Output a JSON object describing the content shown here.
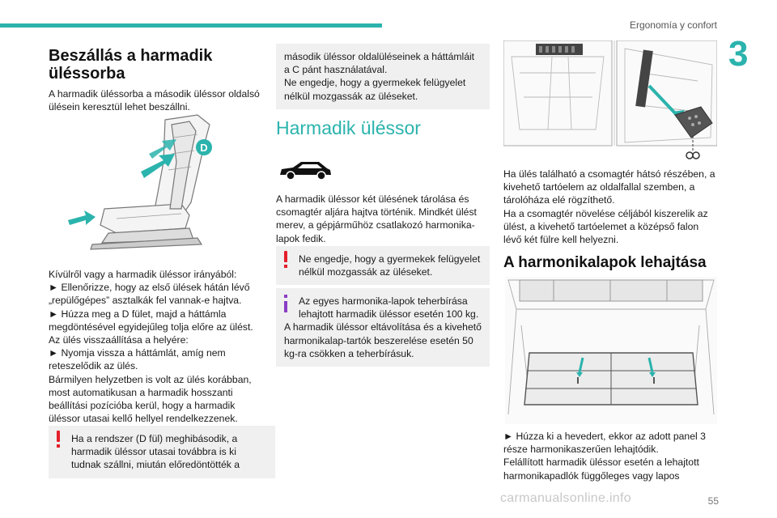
{
  "header": {
    "chapter_title": "Ergonomía y confort",
    "chapter_number": "3"
  },
  "col1": {
    "heading": "Beszállás a harmadik üléssorba",
    "intro": "A harmadik üléssorba a második üléssor oldalsó ülésein keresztül lehet beszállni.",
    "figure_label": "D",
    "lines": [
      "Kívülről vagy a harmadik üléssor irányából:",
      "► Ellenőrizze, hogy az első ülések hátán lévő „repülőgépes” asztalkák fel vannak-e hajtva.",
      "► Húzza meg a D fület, majd a háttámla megdöntésével egyidejűleg tolja előre az ülést.",
      "Az ülés visszaállítása a helyére:",
      "► Nyomja vissza a háttámlát, amíg nem reteszelődik az ülés.",
      "Bármilyen helyzetben is volt az ülés korábban, most automatikusan a harmadik hosszanti beállítási pozícióba kerül, hogy a harmadik üléssor utasai kellő hellyel rendelkezzenek."
    ],
    "warning": "Ha a rendszer (D fül) meghibásodik, a harmadik üléssor utasai továbbra is ki tudnak szállni, miután előredöntötték a"
  },
  "col2": {
    "box_continued": "második üléssor oldalüléseinek a háttámláit a C pánt használatával.\nNe engedje, hogy a gyermekek felügyelet nélkül mozgassák az üléseket.",
    "heading": "Harmadik üléssor",
    "para": "A harmadik üléssor két ülésének tárolása és csomagtér aljára hajtva történik. Mindkét ülést merev, a gépjárműhöz csatlakozó harmonika-lapok fedik.",
    "warning": "Ne engedje, hogy a gyermekek felügyelet nélkül mozgassák az üléseket.",
    "info_line1": "Az egyes harmonika-lapok teherbírása lehajtott harmadik üléssor esetén 100 kg.",
    "info_line2": "A harmadik üléssor eltávolítása és a kivehető harmonikalap-tartók beszerelése esetén 50 kg-ra csökken a teherbírásuk."
  },
  "col3": {
    "para": "Ha ülés található a csomagtér hátsó részében, a kivehető tartóelem az oldalfallal szemben, a tárolóháza elé rögzíthető.\nHa a csomagtér növelése céljából kiszerelik az ülést, a kivehető tartóelemet a középső falon lévő két fülre kell helyezni.",
    "heading": "A harmonikalapok lehajtása",
    "bullet": "► Húzza ki a hevedert, ekkor az adott panel 3 része harmonikaszerűen lehajtódik.",
    "para2": "Felállított harmadik üléssor esetén a lehajtott harmonikapadlók függőleges vagy lapos"
  },
  "footer": {
    "page_number": "55",
    "watermark": "carmanualsonline.info"
  },
  "colors": {
    "accent": "#2bb3ad",
    "warning": "#e41f2a",
    "info": "#8a3ec4",
    "box_bg": "#f0f0f0"
  }
}
